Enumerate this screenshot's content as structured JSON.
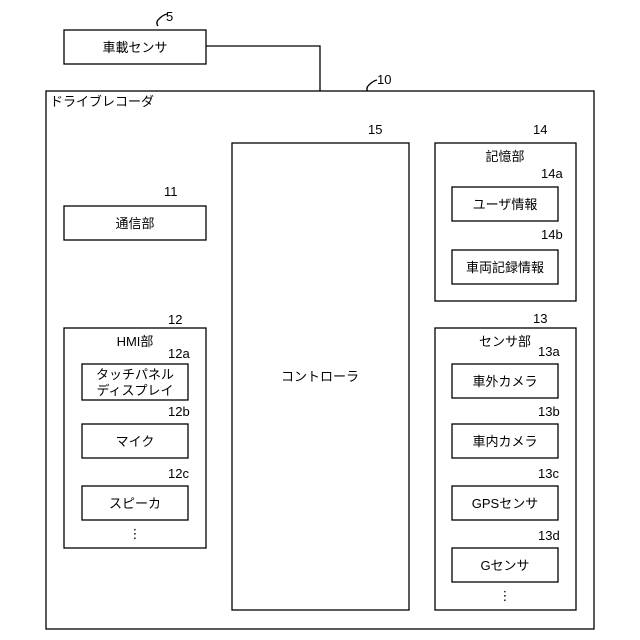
{
  "diagram": {
    "vehicle_sensor": {
      "label": "車載センサ",
      "ref": "5"
    },
    "drive_recorder": {
      "label": "ドライブレコーダ",
      "ref": "10"
    },
    "communication_unit": {
      "label": "通信部",
      "ref": "11"
    },
    "hmi_unit": {
      "label": "HMI部",
      "ref": "12",
      "touch_panel": {
        "line1": "タッチパネル",
        "line2": "ディスプレイ",
        "ref": "12a"
      },
      "microphone": {
        "label": "マイク",
        "ref": "12b"
      },
      "speaker": {
        "label": "スピーカ",
        "ref": "12c"
      },
      "ellipsis": "⋮"
    },
    "controller": {
      "label": "コントローラ",
      "ref": "15"
    },
    "storage_unit": {
      "label": "記憶部",
      "ref": "14",
      "user_info": {
        "label": "ユーザ情報",
        "ref": "14a"
      },
      "vehicle_record": {
        "label": "車両記録情報",
        "ref": "14b"
      }
    },
    "sensor_unit": {
      "label": "センサ部",
      "ref": "13",
      "exterior_camera": {
        "label": "車外カメラ",
        "ref": "13a"
      },
      "interior_camera": {
        "label": "車内カメラ",
        "ref": "13b"
      },
      "gps_sensor": {
        "label": "GPSセンサ",
        "ref": "13c"
      },
      "g_sensor": {
        "label": "Gセンサ",
        "ref": "13d"
      },
      "ellipsis": "⋮"
    }
  }
}
